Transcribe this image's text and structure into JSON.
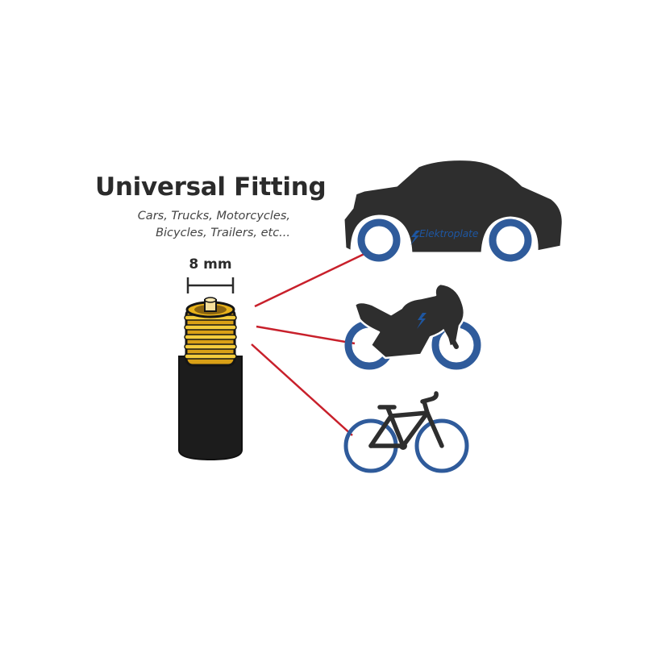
{
  "title": "Universal Fitting",
  "subtitle": {
    "line1": "Cars, Trucks, Motorcycles,",
    "line2": "Bicycles, Trailers, etc..."
  },
  "dimension": {
    "label": "8 mm"
  },
  "car": {
    "brand": "Elektroplate"
  },
  "colors": {
    "silhouette": "#2e2e2e",
    "wheel": "#2f5b9b",
    "connector": "#c8202b",
    "valve_body": "#1c1c1c",
    "valve_thread": "#e8b21a",
    "text": "#2b2b2b"
  }
}
